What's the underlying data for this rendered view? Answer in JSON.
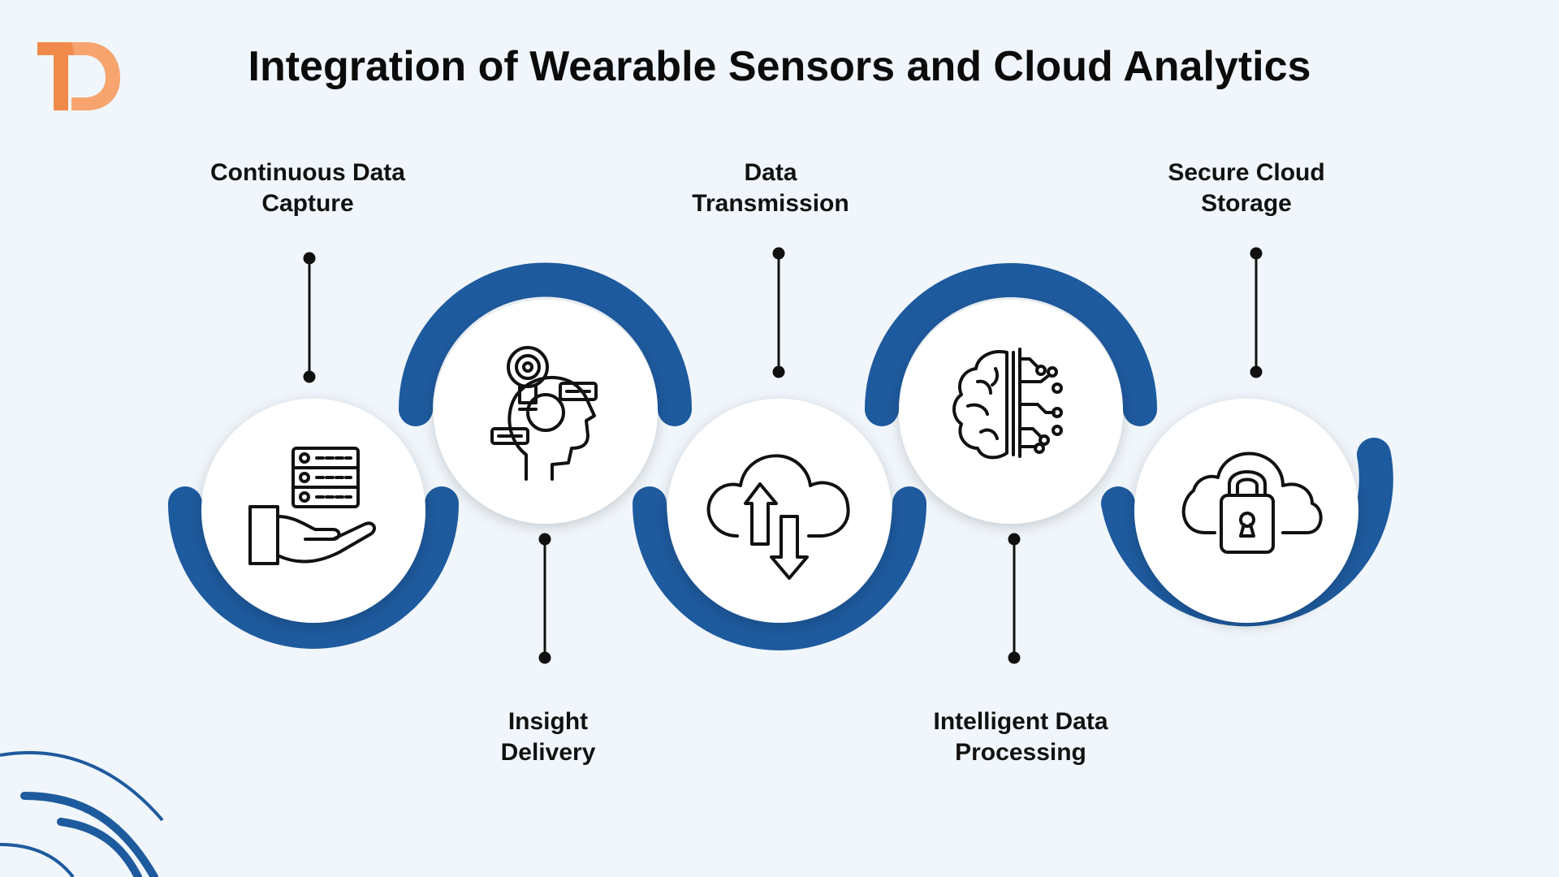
{
  "title": "Integration of Wearable Sensors and Cloud Analytics",
  "colors": {
    "ring": "#1e5a9e",
    "accent_orange": "#f08a4b",
    "accent_orange_light": "#f7a46e",
    "background": "#f0f6fb"
  },
  "steps": [
    {
      "label_line1": "Continuous Data",
      "label_line2": "Capture",
      "icon": "hand-server-icon"
    },
    {
      "label_line1": "Insight",
      "label_line2": "Delivery",
      "icon": "head-lightbulb-icon"
    },
    {
      "label_line1": "Data",
      "label_line2": "Transmission",
      "icon": "cloud-upload-download-icon"
    },
    {
      "label_line1": "Intelligent Data",
      "label_line2": "Processing",
      "icon": "brain-circuit-icon"
    },
    {
      "label_line1": "Secure Cloud",
      "label_line2": "Storage",
      "icon": "cloud-lock-icon"
    }
  ]
}
